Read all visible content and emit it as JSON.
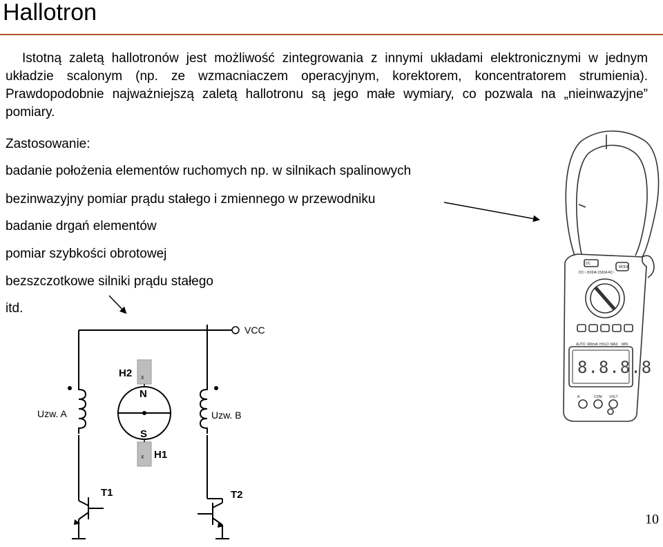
{
  "title": "Hallotron",
  "paragraph": "Istotną zaletą hallotronów jest możliwość zintegrowania z innymi układami elektronicznymi w jednym układzie scalonym (np. ze wzmacniaczem operacyjnym, korektorem, koncentratorem strumienia). Prawdopodobnie najważniejszą zaletą hallotronu są jego małe wymiary, co pozwala na „nieinwazyjne” pomiary.",
  "applications_heading": "Zastosowanie:",
  "applications": [
    "badanie położenia elementów ruchomych np. w silnikach spalinowych",
    "bezinwazyjny pomiar prądu stałego i zmiennego w przewodniku",
    "badanie drgań elementów",
    "pomiar szybkości obrotowej",
    "bezszczotkowe silniki prądu stałego",
    "itd."
  ],
  "circuit": {
    "vcc": "VCC",
    "h1": "H1",
    "h2": "H2",
    "n": "N",
    "s": "S",
    "coil_a": "Uzw. A",
    "coil_b": "Uzw. B",
    "t1": "T1",
    "t2": "T2"
  },
  "meter": {
    "display": "8.8.8.8",
    "buttons": [
      "AUTO",
      "400mA",
      "HOLD",
      "MAX",
      "MIN"
    ],
    "sockets": [
      "A",
      "COM",
      "VOLT"
    ]
  },
  "page_number": "10",
  "colors": {
    "rule": "#b0522a",
    "text": "#000000"
  }
}
